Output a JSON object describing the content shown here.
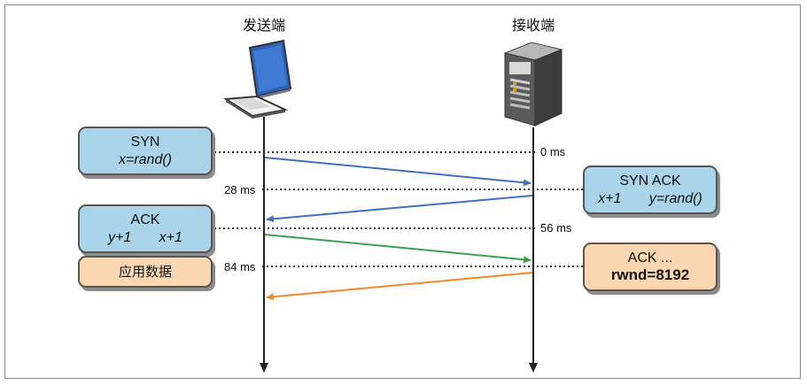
{
  "headers": {
    "sender": "发送端",
    "receiver": "接收端"
  },
  "time_labels": {
    "t0": "0 ms",
    "t28": "28 ms",
    "t56": "56 ms",
    "t84": "84 ms"
  },
  "boxes": {
    "syn": {
      "line1": "SYN",
      "line2": "x=rand()"
    },
    "syn_ack": {
      "line1": "SYN ACK",
      "line2": "x+1   y=rand()"
    },
    "ack": {
      "line1": "ACK",
      "line2": "y+1   x+1"
    },
    "app_data": {
      "line1": "应用数据"
    },
    "ack_rwnd": {
      "line1": "ACK ...",
      "line2": "rwnd=8192"
    }
  },
  "icons": {
    "sender": "laptop-icon",
    "receiver": "server-icon"
  },
  "colors": {
    "handshake_arrow": "#3f6fbf",
    "ack_arrow": "#3aa14a",
    "data_arrow": "#f08a2c",
    "blue_box": "#a9d4ea",
    "orange_box": "#fbd7b1"
  }
}
